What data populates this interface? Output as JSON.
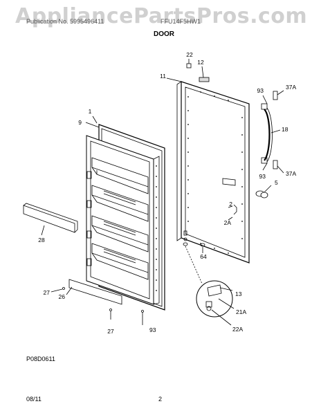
{
  "watermark": "AppliancePartsPros.com",
  "header": {
    "left": "Publication No. 5995496411",
    "right": "FFU14F5HW1",
    "section": "DOOR"
  },
  "footer": {
    "code": "P08D0611",
    "date": "08/11",
    "page": "2"
  },
  "callouts": [
    "22",
    "12",
    "11",
    "1",
    "9",
    "93",
    "37A",
    "18",
    "5",
    "2",
    "2A",
    "64",
    "13",
    "21A",
    "22A",
    "28",
    "27",
    "26",
    "27",
    "93",
    "93",
    "37A"
  ]
}
